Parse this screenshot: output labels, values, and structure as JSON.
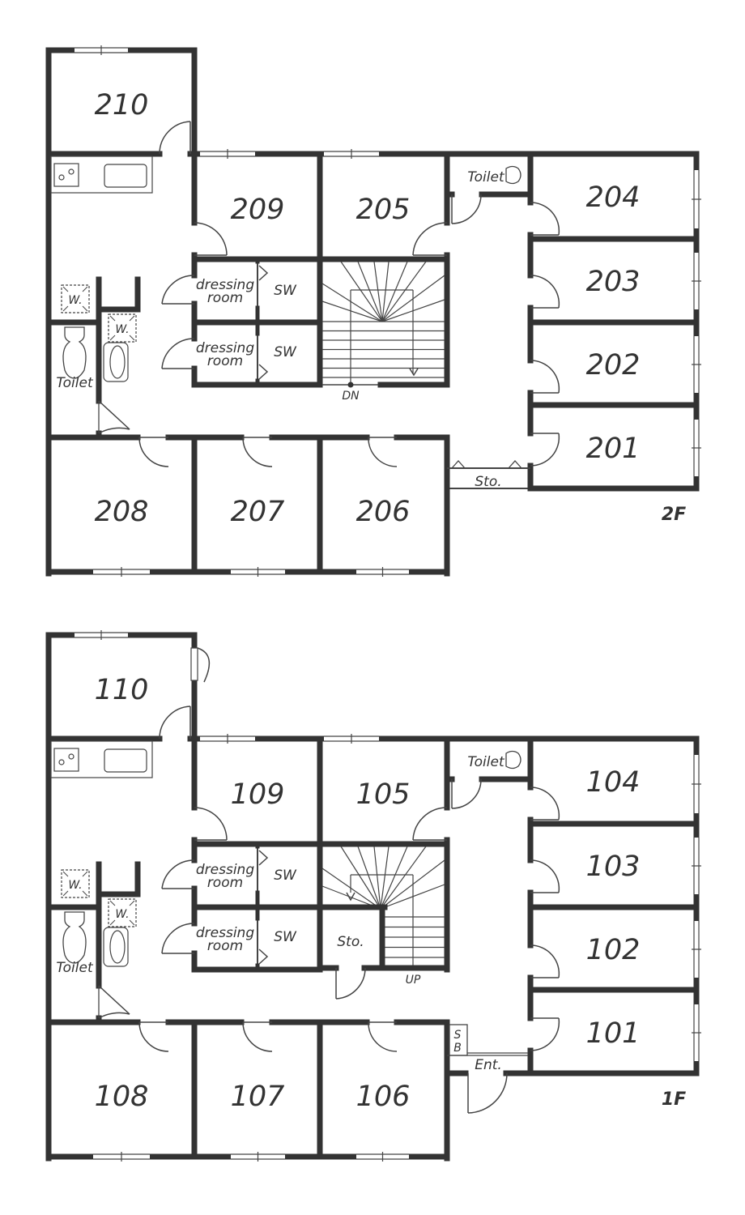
{
  "floors": [
    {
      "name": "2F",
      "rooms": [
        "210",
        "209",
        "205",
        "204",
        "203",
        "202",
        "201",
        "208",
        "207",
        "206"
      ],
      "toilet_top": "Toilet",
      "toilet_left": "Toilet",
      "dressing1_a": "dressing",
      "dressing1_b": "room",
      "dressing2_a": "dressing",
      "dressing2_b": "room",
      "sw1": "SW",
      "sw2": "SW",
      "washer1": "W.",
      "washer2": "W.",
      "stair": "DN",
      "storage": "Sto."
    },
    {
      "name": "1F",
      "rooms": [
        "110",
        "109",
        "105",
        "104",
        "103",
        "102",
        "101",
        "108",
        "107",
        "106"
      ],
      "toilet_top": "Toilet",
      "toilet_left": "Toilet",
      "dressing1_a": "dressing",
      "dressing1_b": "room",
      "dressing2_a": "dressing",
      "dressing2_b": "room",
      "sw1": "SW",
      "sw2": "SW",
      "washer1": "W.",
      "washer2": "W.",
      "stair": "UP",
      "storage": "Sto.",
      "shoe_box_s": "S",
      "shoe_box_b": "B",
      "entrance": "Ent."
    }
  ],
  "colors": {
    "wall": "#333333",
    "line": "#444444"
  }
}
